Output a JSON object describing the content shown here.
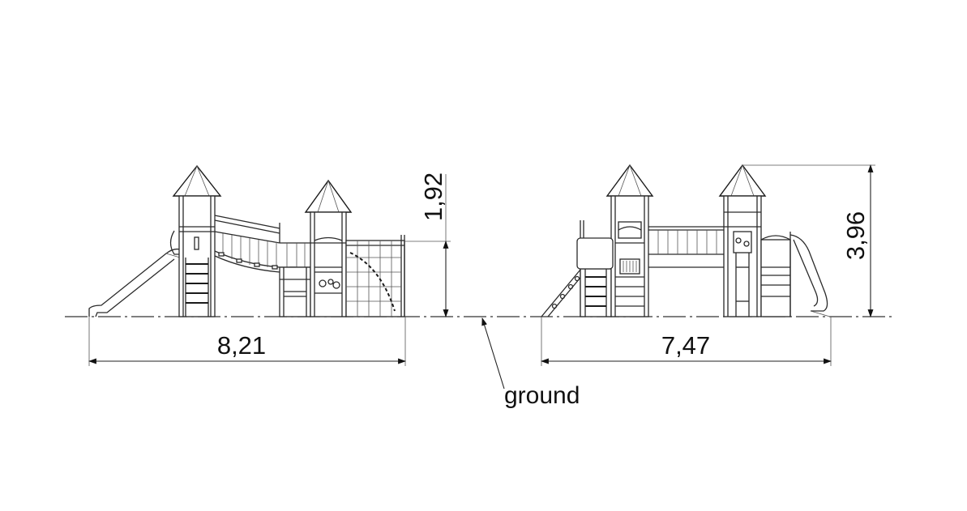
{
  "dimensions": {
    "left_width": "8,21",
    "right_width": "7,47",
    "platform_height": "1,92",
    "total_height": "3,96"
  },
  "labels": {
    "ground": "ground"
  }
}
